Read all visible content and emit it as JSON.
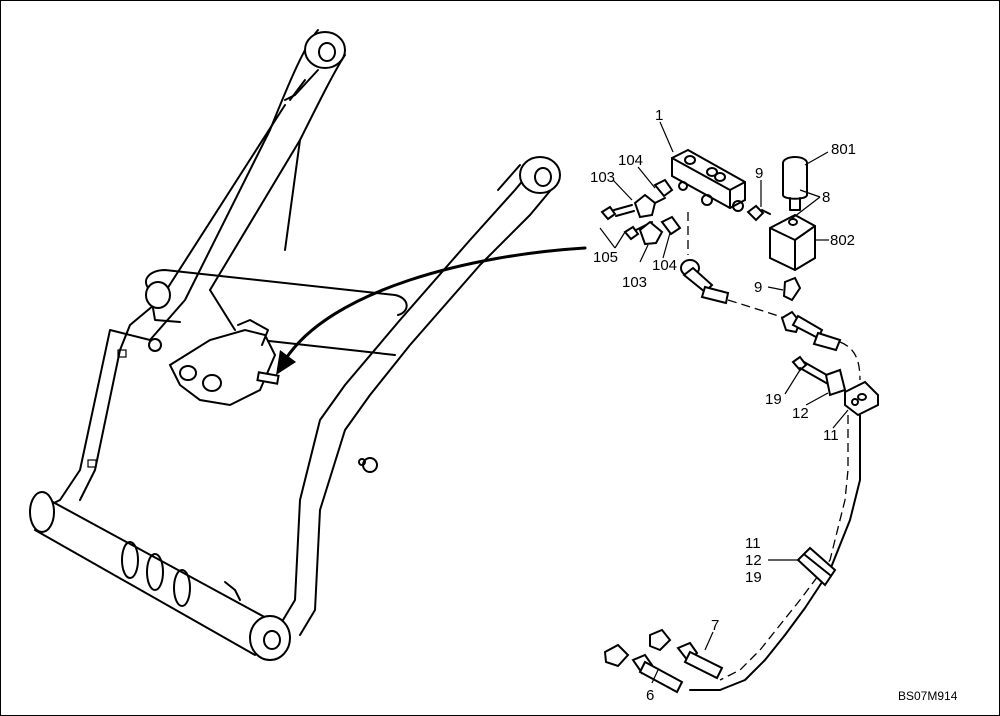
{
  "drawing_code": "BS07M914",
  "callouts": {
    "c1": "1",
    "c801": "801",
    "c8": "8",
    "c802": "802",
    "c9a": "9",
    "c9b": "9",
    "c104a": "104",
    "c103a": "103",
    "c105": "105",
    "c103b": "103",
    "c104b": "104",
    "c19": "19",
    "c12": "12",
    "c11": "11",
    "c11b": "11",
    "c12b": "12",
    "c19b": "19",
    "c7": "7",
    "c6": "6"
  }
}
